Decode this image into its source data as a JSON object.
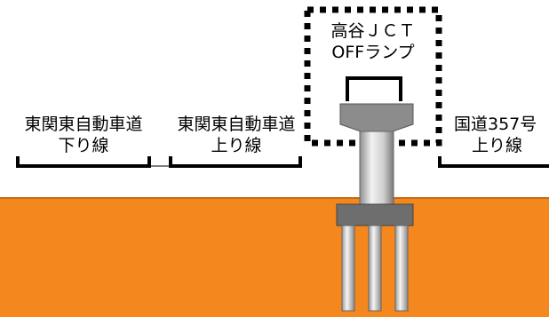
{
  "labels": {
    "lane_down": {
      "line1": "東関東自動車道",
      "line2": "下り線"
    },
    "lane_up": {
      "line1": "東関東自動車道",
      "line2": "上り線"
    },
    "ramp": {
      "line1": "高谷ＪＣＴ",
      "line2": "OFFランプ"
    },
    "route357": {
      "line1": "国道357号",
      "line2": "上り線"
    }
  },
  "colors": {
    "ground": "#f5871f",
    "ground_top": "#c46a12",
    "pier_cap": "#8c8c8c",
    "footing": "#6e6e6e",
    "dotted_frame": "#000000"
  }
}
